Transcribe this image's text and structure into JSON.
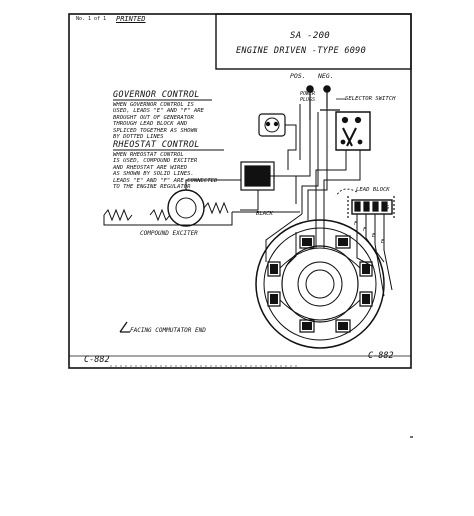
{
  "title_block": {
    "model": "SA -200",
    "description": "ENGINE DRIVEN -TYPE 6090",
    "reference": "C-882",
    "reference_right": "C-882",
    "stamp": "PRINTED",
    "sheet_no": "No. 1 of 1"
  },
  "labels": {
    "pos": "POS.",
    "neg": "NEG.",
    "power_plugs": "POWER\nPLUGS",
    "selector_switch": "SELECTOR SWITCH",
    "lead_block": "LEAD BLOCK",
    "black": "BLACK",
    "compound_exciter": "COMPOUND EXCITER",
    "facing_commutator_end": "FACING COMMUTATOR END",
    "governor_heading": "GOVERNOR CONTROL",
    "rheostat_heading": "RHEOSTAT CONTROL",
    "terminal_letters": [
      "F",
      "F",
      "E",
      "E",
      "G"
    ]
  },
  "notes": {
    "governor": "WHEN GOVERNOR CONTROL IS\nUSED, LEADS \"E\" AND \"F\" ARE\nBROUGHT OUT OF GENERATOR\nTHROUGH LEAD BLOCK AND\nSPLICED TOGETHER AS SHOWN\nBY DOTTED LINES",
    "rheostat": "WHEN RHEOSTAT CONTROL\nIS USED, COMPOUND EXCITER\nAND RHEOSTAT ARE WIRED\nAS SHOWN BY SOLID LINES.\nLEADS \"E\" AND \"F\" ARE CONNECTED\nTO THE ENGINE REGULATOR"
  },
  "colors": {
    "ink": "#111111",
    "paper": "#ffffff"
  }
}
